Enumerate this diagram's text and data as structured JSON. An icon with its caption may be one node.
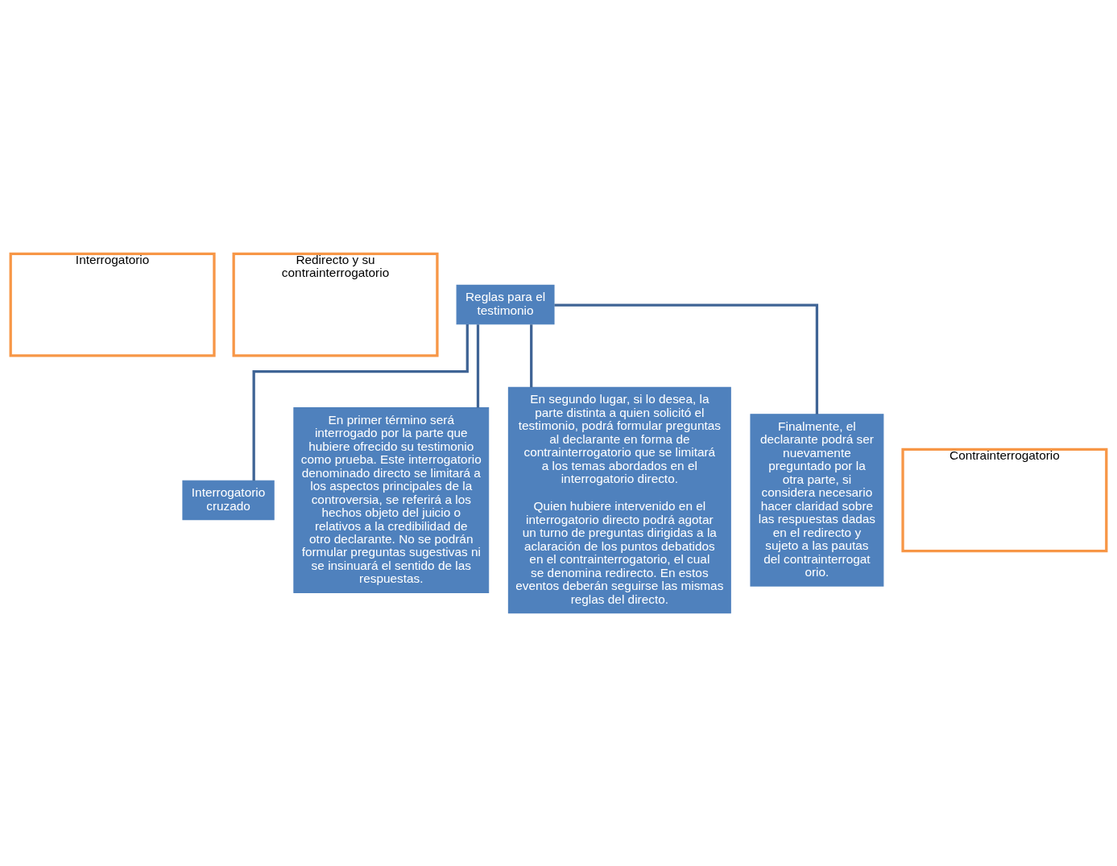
{
  "diagram": {
    "nodes": [
      {
        "text": [
          "Interrogatorio"
        ]
      },
      {
        "text": [
          "Redirecto y su contrainterrogatorio"
        ]
      },
      {
        "text": [
          "Reglas para el testimonio"
        ]
      },
      {
        "text": [
          "Interrogatorio cruzado"
        ]
      },
      {
        "text": [
          "Contrainterrogatorio"
        ]
      },
      {
        "text": [
          "En primer término será interrogado por la parte que hubiere ofrecido su testimonio como prueba. Este interrogatorio denominado directo se limitará a los aspectos principales de la controversia, se referirá a los hechos objeto del juicio o relativos a la credibilidad de otro declarante. No se podrán formular preguntas sugestivas ni se insinuará el sentido de las respuestas."
        ]
      },
      {
        "text": [
          "En segundo lugar, si lo desea, la parte distinta a quien solicitó el testimonio, podrá formular preguntas al declarante en forma de contrainterrogatorio que se limitará a los temas abordados en el interrogatorio directo.",
          "Quien hubiere intervenido en el interrogatorio directo podrá agotar un turno de preguntas dirigidas a la aclaración de los puntos debatidos en el contrainterrogatorio, el cual se denomina redirecto. En estos eventos deberán seguirse las mismas reglas del directo."
        ]
      },
      {
        "text": [
          "Finalmente, el declarante podrá ser nuevamente preguntado por la otra parte, si considera necesario hacer claridad sobre las respuestas dadas en el redirecto y sujeto a las pautas del contrainterrogatorio."
        ]
      }
    ],
    "edges": [
      {
        "from": 2,
        "to": 3,
        "arrow": "none"
      },
      {
        "from": 2,
        "to": 5,
        "arrow": "none"
      },
      {
        "from": 2,
        "to": 6,
        "arrow": "none"
      },
      {
        "from": 2,
        "to": 7,
        "arrow": "none"
      }
    ]
  }
}
